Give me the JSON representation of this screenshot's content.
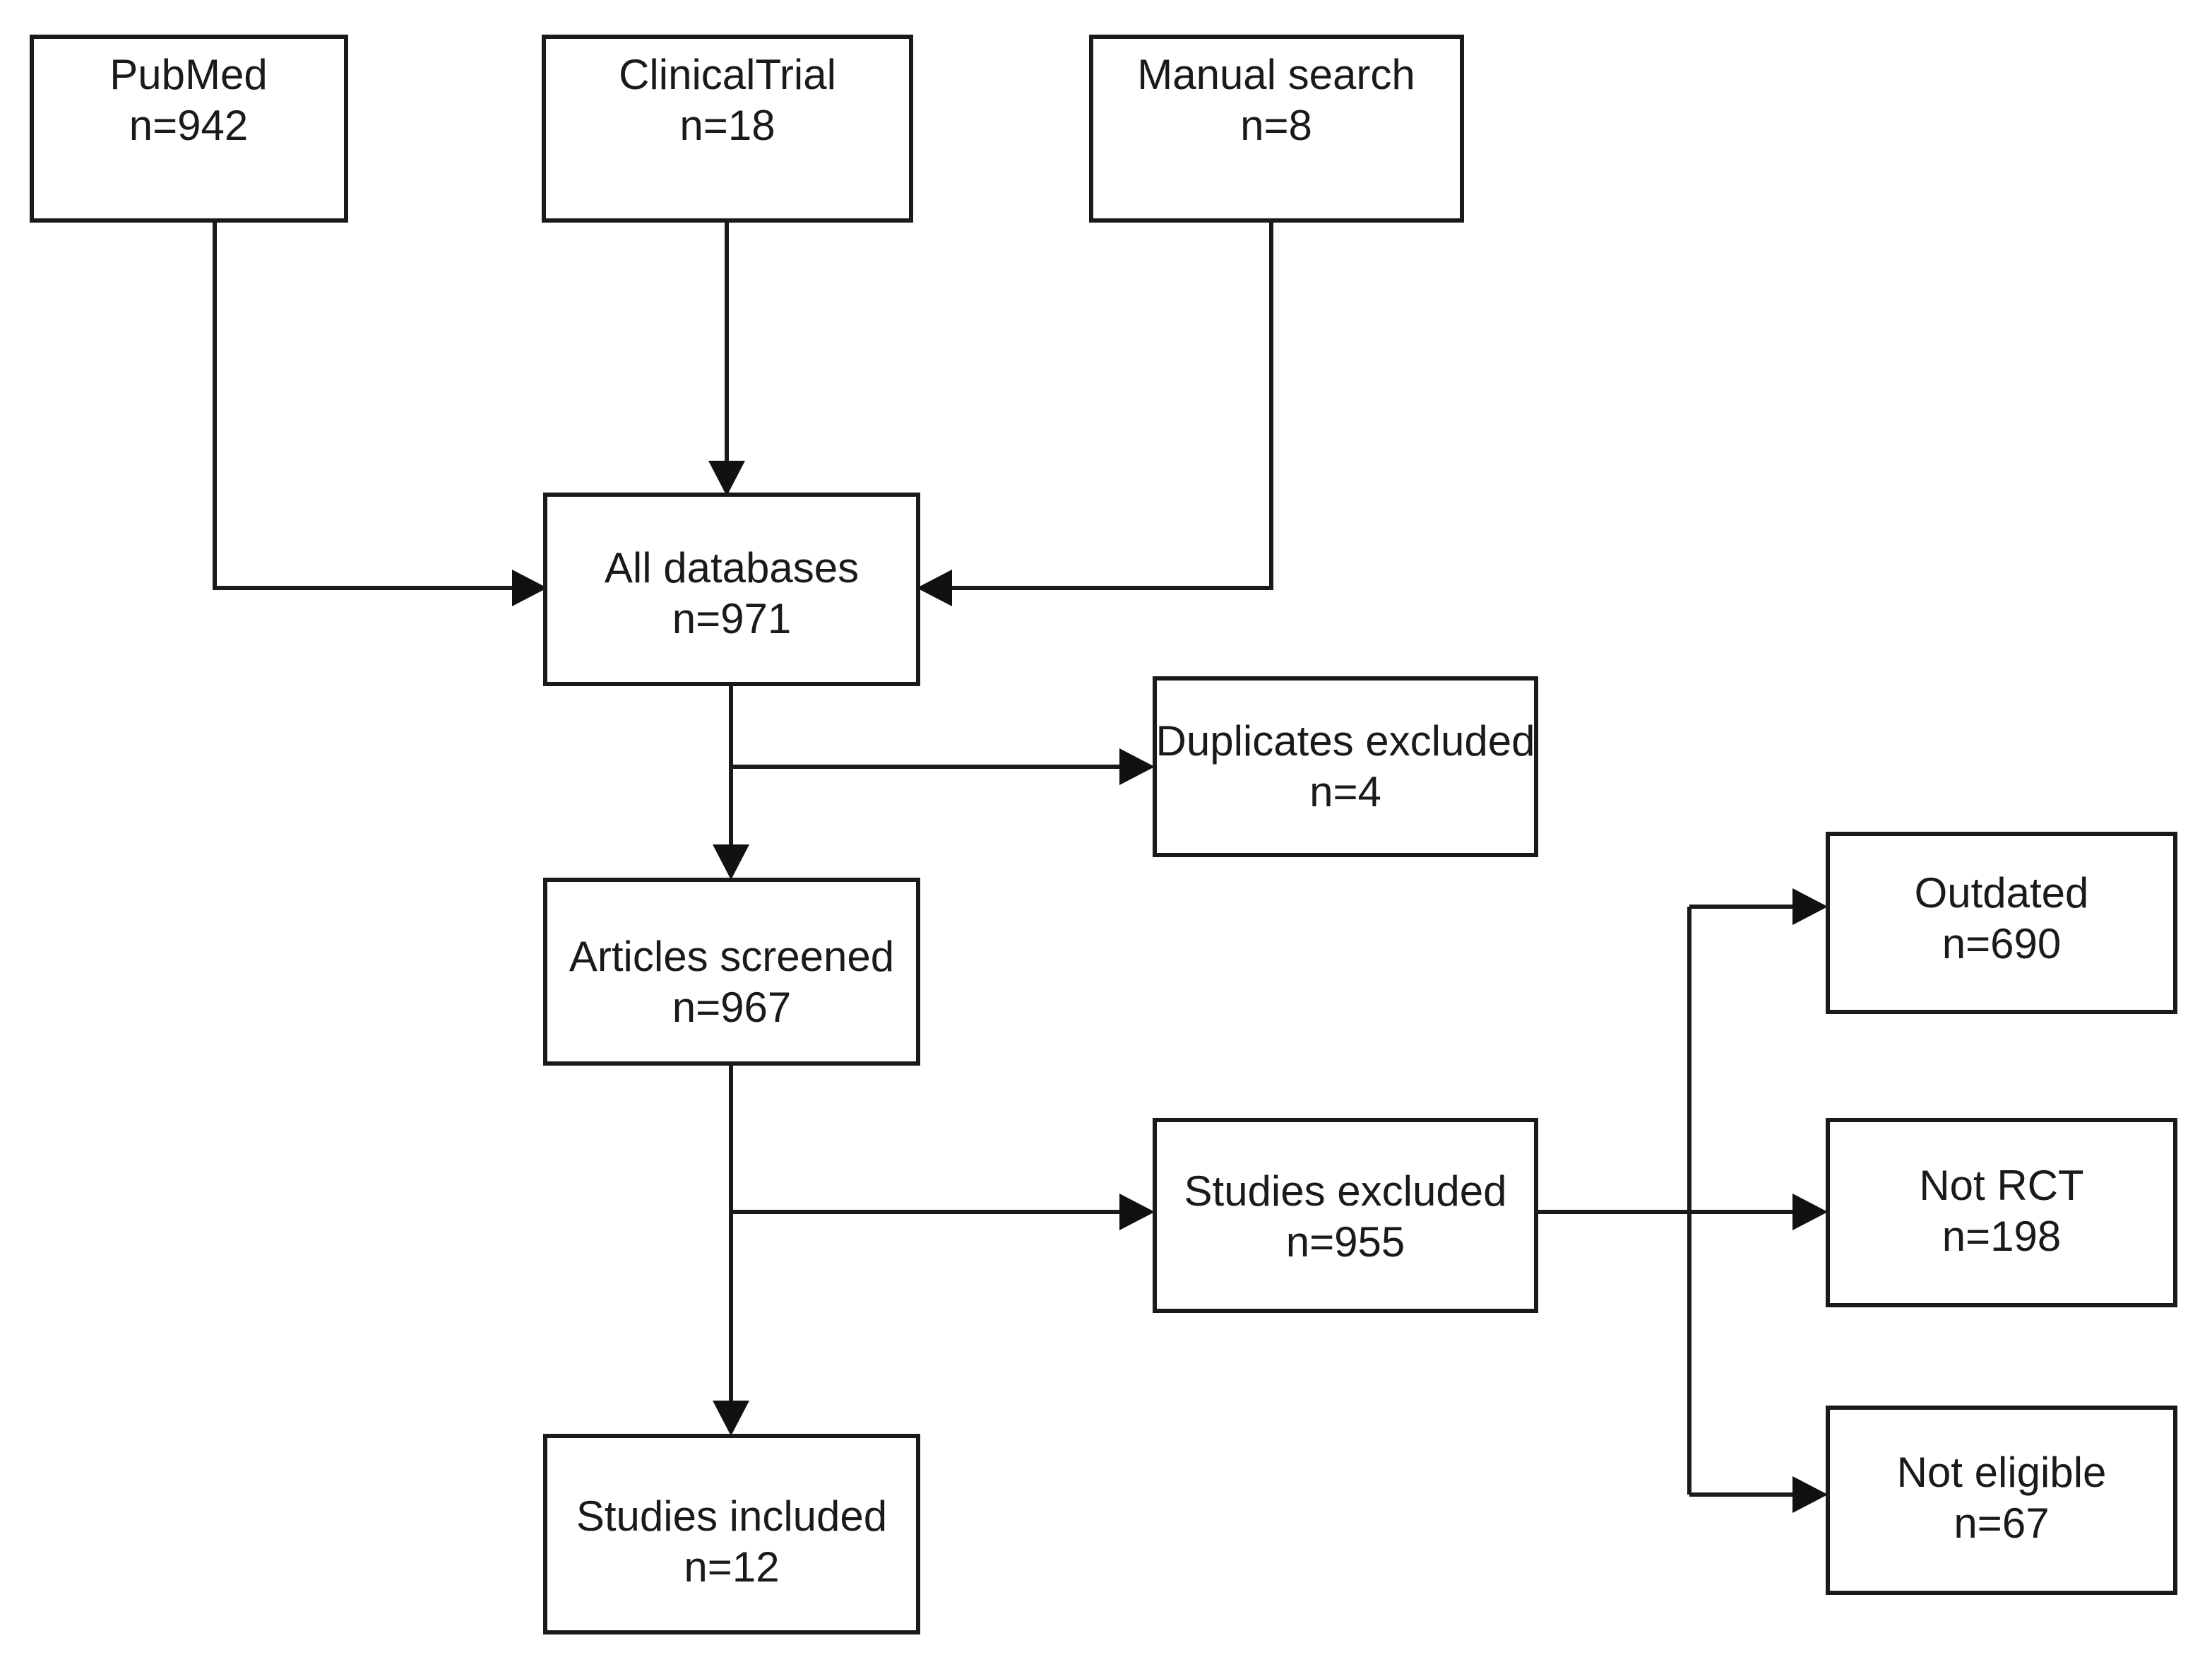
{
  "diagram": {
    "type": "prisma-flow-diagram",
    "title": "",
    "background_color": "#ffffff",
    "box_fill": "#ffffff",
    "box_stroke": "#1a1a1a",
    "connector_color": "#1a1a1a"
  },
  "nodes": {
    "pubmed": {
      "label": "PubMed",
      "count": "n=942",
      "value": 942
    },
    "clinicaltrial": {
      "label": "ClinicalTrial",
      "count": "n=18",
      "value": 18
    },
    "manual_search": {
      "label": "Manual search",
      "count": "n=8",
      "value": 8
    },
    "all_databases": {
      "label": "All databases",
      "count": "n=971",
      "value": 971
    },
    "duplicates_excluded": {
      "label": "Duplicates excluded",
      "count": "n=4",
      "value": 4
    },
    "articles_screened": {
      "label": "Articles screened",
      "count": "n=967",
      "value": 967
    },
    "studies_excluded": {
      "label": "Studies excluded",
      "count": "n=955",
      "value": 955
    },
    "outdated": {
      "label": "Outdated",
      "count": "n=690",
      "value": 690
    },
    "not_rct": {
      "label": "Not RCT",
      "count": "n=198",
      "value": 198
    },
    "not_eligible": {
      "label": "Not eligible",
      "count": "n=67",
      "value": 67
    },
    "studies_included": {
      "label": "Studies included",
      "count": "n=12",
      "value": 12
    }
  },
  "edges": [
    {
      "from": "pubmed",
      "to": "all_databases",
      "style": "elbow-right"
    },
    {
      "from": "clinicaltrial",
      "to": "all_databases",
      "style": "straight-down"
    },
    {
      "from": "manual_search",
      "to": "all_databases",
      "style": "elbow-left"
    },
    {
      "from": "all_databases",
      "to": "duplicates_excluded",
      "style": "branch-right"
    },
    {
      "from": "all_databases",
      "to": "articles_screened",
      "style": "straight-down"
    },
    {
      "from": "articles_screened",
      "to": "studies_excluded",
      "style": "branch-right"
    },
    {
      "from": "articles_screened",
      "to": "studies_included",
      "style": "straight-down"
    },
    {
      "from": "studies_excluded",
      "to": "outdated",
      "style": "branch-up"
    },
    {
      "from": "studies_excluded",
      "to": "not_rct",
      "style": "straight-right"
    },
    {
      "from": "studies_excluded",
      "to": "not_eligible",
      "style": "branch-down"
    }
  ]
}
